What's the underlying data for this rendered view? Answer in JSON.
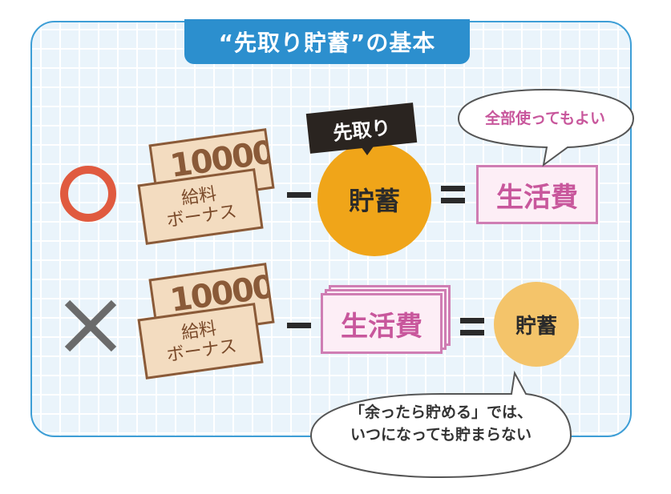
{
  "title": "“先取り貯蓄”の基本",
  "good_row": {
    "mark": "circle-mark",
    "bill_back": "10000",
    "bill_front_line1": "給料",
    "bill_front_line2": "ボーナス",
    "tag": "先取り",
    "savings": "貯蓄",
    "result": "生活費",
    "bubble": "全部使ってもよい"
  },
  "bad_row": {
    "mark": "cross-mark",
    "bill_back": "10000",
    "bill_front_line1": "給料",
    "bill_front_line2": "ボーナス",
    "expenses": "生活費",
    "result": "貯蓄",
    "bubble_line1": "「余ったら貯める」では、",
    "bubble_line2": "いつになっても貯まらない"
  },
  "colors": {
    "panel_border": "#3d9ed6",
    "title_bg": "#2c8fce",
    "circle_mark": "#e05a3f",
    "cross_mark": "#6b6b6b",
    "savings_good": "#f0a519",
    "savings_bad": "#f4c46a",
    "living_expense": "#c8579c",
    "bill": "#f3dcc0"
  }
}
